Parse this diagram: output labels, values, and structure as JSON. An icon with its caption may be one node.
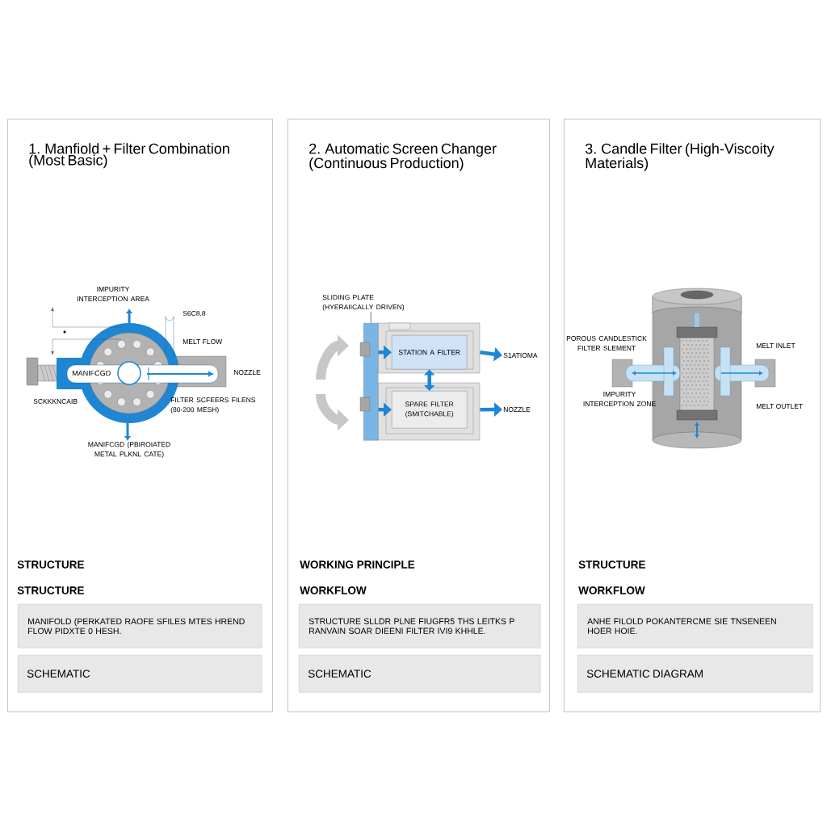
{
  "diagram": {
    "nodes": [
      {
        "text": [
          "1. Manfiold + Filter Combination (Most Basic)"
        ]
      },
      {
        "text": [
          "MANIFOLD (PERKATED RAOFE SFILES MTES HREND FLOW PIDXTE 0 HESH."
        ],
        "in": 0
      },
      {
        "text": [
          "SCHEMATIC"
        ],
        "in": 0
      },
      {
        "text": [
          "2. Automatic Screen Changer (Continuous Production)"
        ]
      },
      {
        "text": [],
        "shape": "bar",
        "in": 3
      },
      {
        "text": [
          "STATION A FILTER"
        ],
        "in": 3
      },
      {
        "text": [
          "SPARE FILTER (SMITCHABLE)"
        ],
        "in": 3
      },
      {
        "text": [
          "S1ATIOMA"
        ],
        "in": 3
      },
      {
        "text": [
          "NOZZLE"
        ],
        "in": 3
      },
      {
        "text": [
          "SLIDING PLATE (HYERAIICALLY DRIVEN)"
        ],
        "in": 3
      },
      {
        "text": [
          "STRUCTURE SLLDR PLNE FIUGFR5 THS LEITKS P RANVAIN SOAR DIEENI FILTER IVI9 KHHLE."
        ],
        "in": 3
      },
      {
        "text": [
          "SCHEMATIC"
        ],
        "in": 3
      },
      {
        "text": [
          "3. Candle Filter (High-Viscoity Materials)"
        ]
      },
      {
        "text": [
          "ANHE FILOLD POKANTERCME SIE TNSENEEN HOER HOIE."
        ],
        "in": 12
      },
      {
        "text": [
          "SCHEMATIC DIAGRAM"
        ],
        "in": 12
      }
    ],
    "edges": [
      {
        "from": 5,
        "to": 6,
        "arrow": "both"
      },
      {
        "from": 5,
        "to": 7,
        "arrow": "to"
      },
      {
        "from": 6,
        "to": 8,
        "arrow": "to"
      },
      {
        "from": 9,
        "to": 4,
        "arrow": "none",
        "color": "#555555"
      },
      {
        "from": 4,
        "to": 5,
        "arrow": "to"
      },
      {
        "from": 4,
        "to": 6,
        "arrow": "to"
      }
    ],
    "labels": [
      "IMPURITY INTERCEPTION AREA",
      "S6C8.8",
      "MELT FLOW",
      "MANIFCGD",
      "NOZZLE",
      "SCKKKNCAIB",
      "FILTER SCFEERS FILENS (80-200 MESH)",
      "MANIFCGD (PBIROIATED METAL PLKNL CATE)",
      "STRUCTURE",
      "STRUCTURE",
      "WORKING PRINCIPLE",
      "WORKFLOW",
      "POROUS CANDLESTICK FILTER SLEMENT",
      "MELT INLET",
      "IMPURITY INTERCEPTION ZONE",
      "MELT OUTLET",
      "STRUCTURE",
      "WORKFLOW"
    ]
  }
}
